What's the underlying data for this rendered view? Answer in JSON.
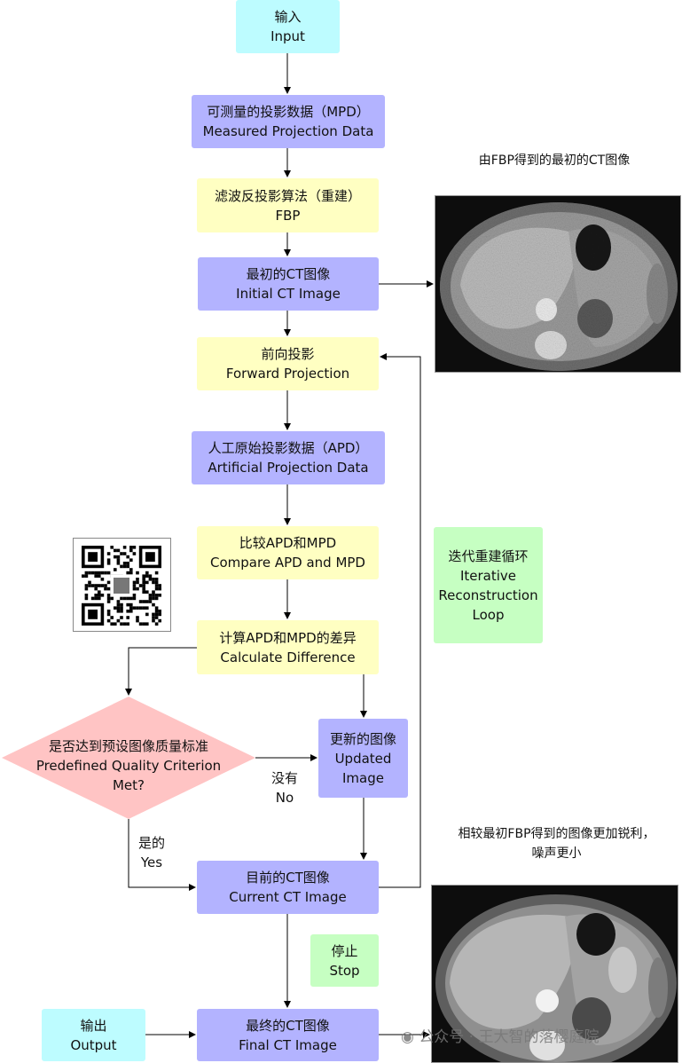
{
  "nodes": {
    "input": {
      "zh": "输入",
      "en": "Input"
    },
    "mpd": {
      "zh": "可测量的投影数据（MPD）",
      "en": "Measured Projection Data"
    },
    "fbp": {
      "zh": "滤波反投影算法（重建）",
      "en": "FBP"
    },
    "initial_ct": {
      "zh": "最初的CT图像",
      "en": "Initial CT Image"
    },
    "forward": {
      "zh": "前向投影",
      "en": "Forward Projection"
    },
    "apd": {
      "zh": "人工原始投影数据（APD）",
      "en": "Artificial Projection Data"
    },
    "compare": {
      "zh": "比较APD和MPD",
      "en": "Compare APD and MPD"
    },
    "difference": {
      "zh": "计算APD和MPD的差异",
      "en": "Calculate Difference"
    },
    "criterion": {
      "zh": "是否达到预设图像质量标准",
      "en1": "Predefined Quality Criterion",
      "en2": "Met?"
    },
    "updated": {
      "zh": "更新的图像",
      "en1": "Updated",
      "en2": "Image"
    },
    "current_ct": {
      "zh": "目前的CT图像",
      "en": "Current CT Image"
    },
    "stop": {
      "zh": "停止",
      "en": "Stop"
    },
    "final_ct": {
      "zh": "最终的CT图像",
      "en": "Final CT Image"
    },
    "output": {
      "zh": "输出",
      "en": "Output"
    },
    "loop": {
      "zh": "迭代重建循环",
      "en1": "Iterative",
      "en2": "Reconstruction",
      "en3": "Loop"
    }
  },
  "edge_labels": {
    "no": {
      "zh": "没有",
      "en": "No"
    },
    "yes": {
      "zh": "是的",
      "en": "Yes"
    }
  },
  "captions": {
    "initial_image": "由FBP得到的最初的CT图像",
    "final_image_line1": "相较最初FBP得到的图像更加锐利，",
    "final_image_line2": "噪声更小"
  },
  "watermark": "公众号 · 王大智的落樱庭院",
  "colors": {
    "cyan": "#bdfcff",
    "purple": "#b3b3ff",
    "yellow": "#ffffc2",
    "green": "#c6ffc2",
    "diamond": "#ffc4c4"
  }
}
